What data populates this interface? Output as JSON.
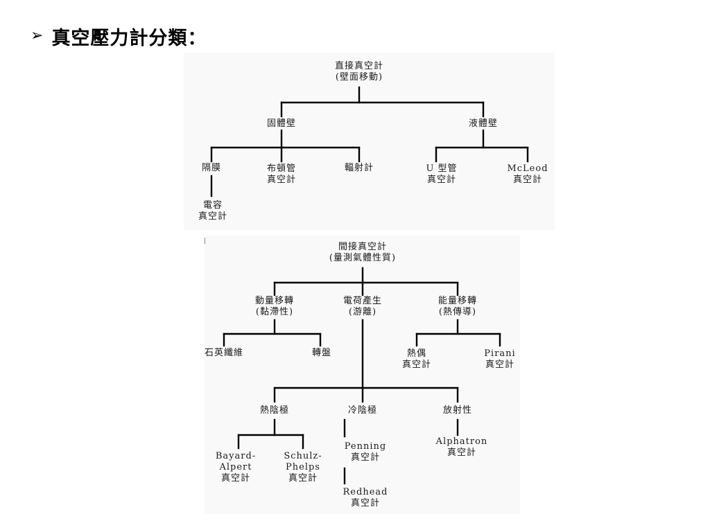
{
  "slide": {
    "bullet": "➢",
    "title": "真空壓力計分類："
  },
  "direct": {
    "root": "直接真空計\n(壁面移動)",
    "solid_wall": "固體壁",
    "liquid_wall": "液體壁",
    "diaphragm": "隔膜",
    "bourdon": "布頓管\n真空計",
    "radiometer": "輻射計",
    "u_tube": "U 型管\n真空計",
    "mcleod": "McLeod\n真空計",
    "capacitance": "電容\n真空計"
  },
  "indirect": {
    "root": "間接真空計\n(量測氣體性質)",
    "momentum": "動量移轉\n(黏滯性)",
    "charge": "電荷產生\n(游離)",
    "energy": "能量移轉\n(熱傳導)",
    "quartz": "石英纖維",
    "rotor": "轉盤",
    "thermocouple": "熱偶\n真空計",
    "pirani": "Pirani\n真空計",
    "hot_cathode": "熱陰極",
    "cold_cathode": "冷陰極",
    "radioactive": "放射性",
    "bayard_alpert": "Bayard-\nAlpert\n真空計",
    "schulz_phelps": "Schulz-\nPhelps\n真空計",
    "penning": "Penning\n真空計",
    "alphatron": "Alphatron\n真空計",
    "redhead": "Redhead\n真空計"
  }
}
